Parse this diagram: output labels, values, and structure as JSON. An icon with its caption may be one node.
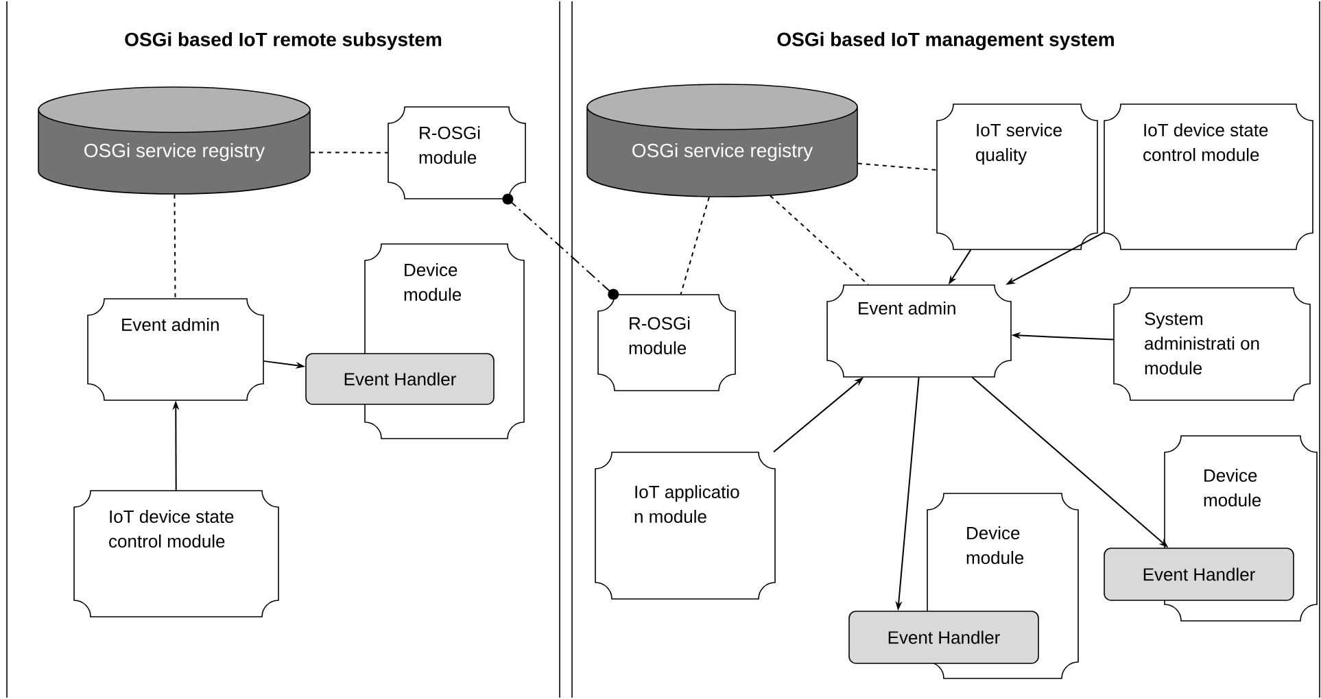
{
  "diagram": {
    "nodes": [
      {
        "text": [
          "OSGi based IoT remote subsystem"
        ]
      },
      {
        "text": [
          "OSGi based IoT management system"
        ]
      },
      {
        "text": [
          "OSGi service registry"
        ],
        "in": 0
      },
      {
        "text": [
          "R-OSGi module"
        ],
        "in": 0
      },
      {
        "text": [
          "Event admin"
        ],
        "in": 0
      },
      {
        "text": [
          "Device module"
        ],
        "in": 0
      },
      {
        "text": [
          "Event Handler"
        ],
        "in": 0
      },
      {
        "text": [
          "IoT device state control module"
        ],
        "in": 0
      },
      {
        "text": [
          "OSGi service registry"
        ],
        "in": 1
      },
      {
        "text": [
          "IoT service quality"
        ],
        "in": 1
      },
      {
        "text": [
          "IoT device state control module"
        ],
        "in": 1
      },
      {
        "text": [
          "R-OSGi module"
        ],
        "in": 1
      },
      {
        "text": [
          "Event admin"
        ],
        "in": 1
      },
      {
        "text": [
          "System administrati on module"
        ],
        "in": 1
      },
      {
        "text": [
          "IoT applicatio n module"
        ],
        "in": 1
      },
      {
        "text": [
          "Device module"
        ],
        "in": 1
      },
      {
        "text": [
          "Event Handler"
        ],
        "in": 1
      },
      {
        "text": [
          "Device module"
        ],
        "in": 1
      },
      {
        "text": [
          "Event Handler"
        ],
        "in": 1
      }
    ],
    "edges": [
      {
        "from": 2,
        "to": 3,
        "arrow": "none",
        "style": "dashed"
      },
      {
        "from": 2,
        "to": 4,
        "arrow": "none",
        "style": "dashed"
      },
      {
        "from": 7,
        "to": 4,
        "arrow": "to"
      },
      {
        "from": 4,
        "to": 6,
        "arrow": "to"
      },
      {
        "from": 3,
        "to": 11,
        "arrow": "other",
        "style": "dashed"
      },
      {
        "from": 8,
        "to": 9,
        "arrow": "none",
        "style": "dashed"
      },
      {
        "from": 8,
        "to": 11,
        "arrow": "none",
        "style": "dashed"
      },
      {
        "from": 8,
        "to": 12,
        "arrow": "none",
        "style": "dashed"
      },
      {
        "from": 9,
        "to": 12,
        "arrow": "to"
      },
      {
        "from": 10,
        "to": 12,
        "arrow": "to"
      },
      {
        "from": 13,
        "to": 12,
        "arrow": "to"
      },
      {
        "from": 14,
        "to": 12,
        "arrow": "to"
      },
      {
        "from": 12,
        "to": 16,
        "arrow": "to"
      },
      {
        "from": 12,
        "to": 18,
        "arrow": "to"
      }
    ]
  }
}
